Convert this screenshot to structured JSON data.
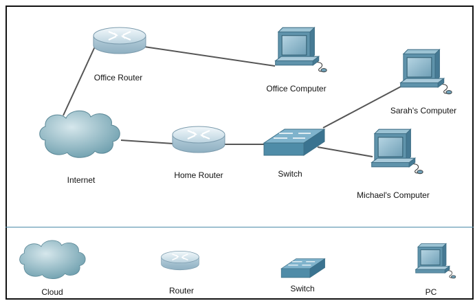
{
  "nodes": {
    "office_router": "Office Router",
    "office_computer": "Office Computer",
    "sarahs_computer": "Sarah's Computer",
    "internet": "Internet",
    "home_router": "Home Router",
    "switch": "Switch",
    "michaels_computer": "Michael's Computer"
  },
  "legend": {
    "cloud": "Cloud",
    "router": "Router",
    "switch": "Switch",
    "pc": "PC"
  },
  "colors": {
    "cloud": "#8fb8c4",
    "router": "#c9dde8",
    "switch": "#4f8ca8",
    "pc_screen": "#7fb0c8",
    "pc_body": "#6fa0b8",
    "link": "#555555",
    "separator": "#4a8aa8"
  }
}
